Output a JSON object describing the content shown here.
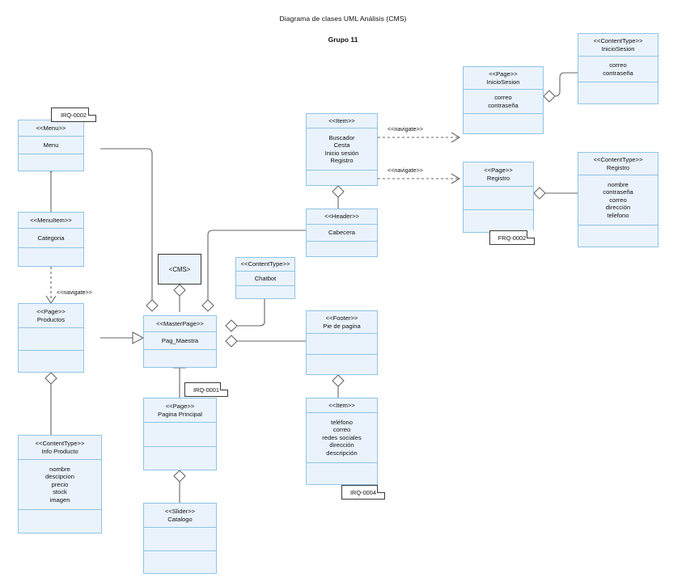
{
  "title": {
    "main": "Diagrama de clases UML Análisis (CMS)",
    "sub": "Grupo 11"
  },
  "style": {
    "class_fill": "#eaf3fb",
    "class_border": "#8ec3e6",
    "cms_border": "#3a3a3a",
    "edge_color": "#666666",
    "note_border": "#3a3a3a"
  },
  "classes": [
    {
      "id": "menu",
      "stereotype": "<<Menu>>",
      "name": "Menu",
      "attributes": []
    },
    {
      "id": "menuitem",
      "stereotype": "<<MenuItem>>",
      "name": "Categoria",
      "attributes": []
    },
    {
      "id": "productos",
      "stereotype": "<<Page>>",
      "name": "Productos",
      "attributes": []
    },
    {
      "id": "infoproducto",
      "stereotype": "<<ContentType>>",
      "name": "Info Producto",
      "attributes": [
        "nombre",
        "descipcion",
        "precio",
        "stock",
        "imagen"
      ]
    },
    {
      "id": "masterpage",
      "stereotype": "<<MasterPage>>",
      "name": "Pag_Maestra",
      "attributes": []
    },
    {
      "id": "paginaprincipal",
      "stereotype": "<<Page>>",
      "name": "Pagina Principal",
      "attributes": []
    },
    {
      "id": "slider",
      "stereotype": "<<Slider>>",
      "name": "Catalogo",
      "attributes": []
    },
    {
      "id": "chatbot",
      "stereotype": "<<ContentType>>",
      "name": "Chatbot",
      "attributes": []
    },
    {
      "id": "itemheader",
      "stereotype": "<<Item>>",
      "name": "",
      "attributes": [
        "Buscador",
        "Cesta",
        "Inicio sesión",
        "Registro"
      ]
    },
    {
      "id": "header",
      "stereotype": "<<Header>>",
      "name": "Cabecera",
      "attributes": []
    },
    {
      "id": "footer",
      "stereotype": "<<Footer>>",
      "name": "Pie de pagina",
      "attributes": []
    },
    {
      "id": "itemfooter",
      "stereotype": "<<Item>>",
      "name": "",
      "attributes": [
        "teléfono",
        "correo",
        "redes sociales",
        "dirección",
        "descripción"
      ]
    },
    {
      "id": "paginicio",
      "stereotype": "<<Page>>",
      "name": "InicioSesion",
      "attributes": [
        "correo",
        "contraseña"
      ]
    },
    {
      "id": "ctinicio",
      "stereotype": "<<ContentType>>",
      "name": "InicioSesion",
      "attributes": [
        "correo",
        "contraseña"
      ]
    },
    {
      "id": "pagregistro",
      "stereotype": "<<Page>>",
      "name": "Registro",
      "attributes": []
    },
    {
      "id": "ctregistro",
      "stereotype": "<<ContentType>>",
      "name": "Registro",
      "attributes": [
        "nombre",
        "contraseña",
        "correo",
        "dirección",
        "telefono"
      ]
    }
  ],
  "cms": {
    "label": "<CMS>"
  },
  "notes": [
    {
      "id": "irq0002",
      "text": "IRQ-0002"
    },
    {
      "id": "irq0001",
      "text": "IRQ-0001"
    },
    {
      "id": "irq0004",
      "text": "IRQ-0004"
    },
    {
      "id": "frq0002",
      "text": "FRQ-0002"
    }
  ],
  "edge_labels": [
    {
      "id": "nav-menuitem-productos",
      "text": "<<navigate>>"
    },
    {
      "id": "nav-item-inicio",
      "text": "<<navigate>>"
    },
    {
      "id": "nav-item-registro",
      "text": "<<navigate>>"
    }
  ]
}
